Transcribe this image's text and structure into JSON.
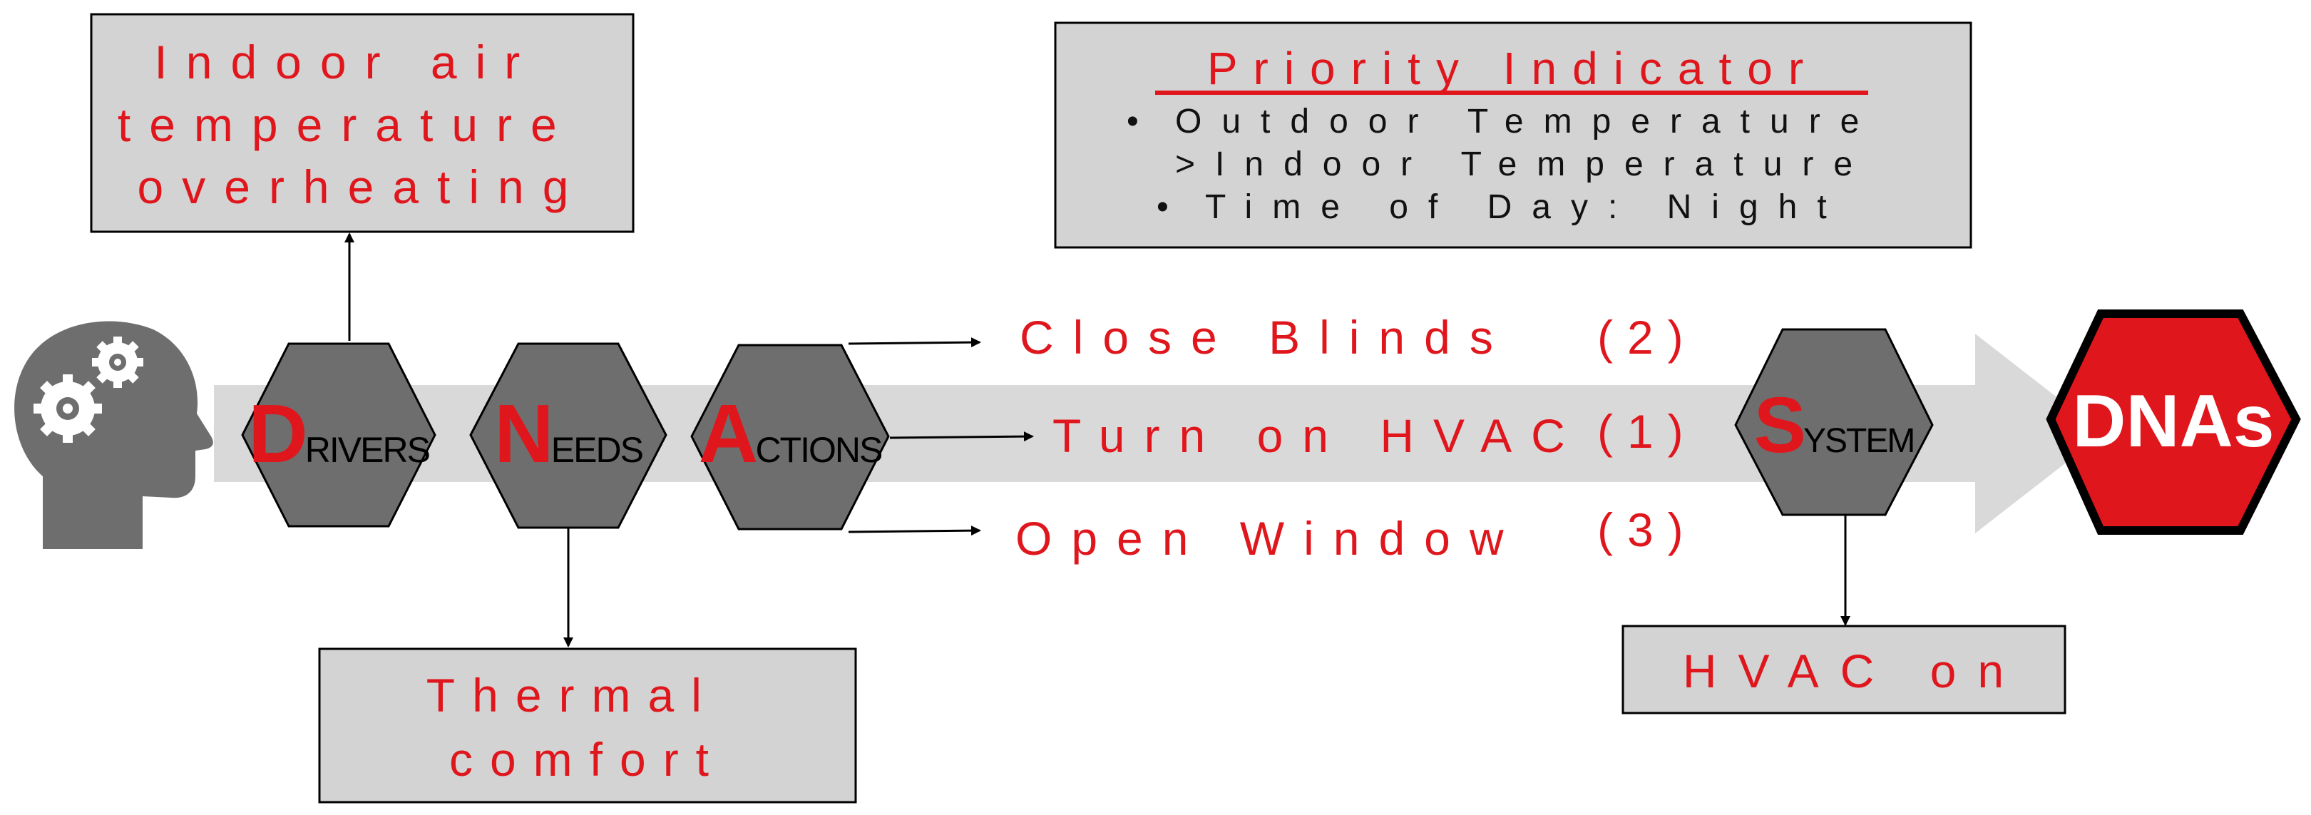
{
  "drivers_box": {
    "lines": [
      "Indoor air",
      "temperature",
      "overheating"
    ]
  },
  "needs_box": {
    "lines": [
      "Thermal",
      "comfort"
    ]
  },
  "priority_box": {
    "title": "Priority Indicator",
    "bullet1_line1": "Outdoor Temperature",
    "bullet1_line2": ">Indoor Temperature",
    "bullet2": "Time of Day: Night",
    "bullet_char": "•"
  },
  "hexagons": {
    "drivers": {
      "initial": "D",
      "rest": "RIVERS"
    },
    "needs": {
      "initial": "N",
      "rest": "EEDS"
    },
    "actions": {
      "initial": "A",
      "rest": "CTIONS"
    },
    "system": {
      "initial": "S",
      "rest": "YSTEM"
    },
    "dnas": {
      "label": "DNAs"
    }
  },
  "actions": [
    {
      "label": "Close Blinds",
      "rank": "(2)"
    },
    {
      "label": "Turn on HVAC",
      "rank": "(1)"
    },
    {
      "label": "Open Window",
      "rank": "(3)"
    }
  ],
  "system_box": {
    "label": "HVAC on"
  },
  "colors": {
    "accent_red": "#e0161d",
    "hex_gray": "#6e6e6e",
    "box_gray": "#d3d3d3",
    "arrow_gray": "#d9d9d9"
  },
  "icons": {
    "head": "head-with-gears-icon"
  }
}
